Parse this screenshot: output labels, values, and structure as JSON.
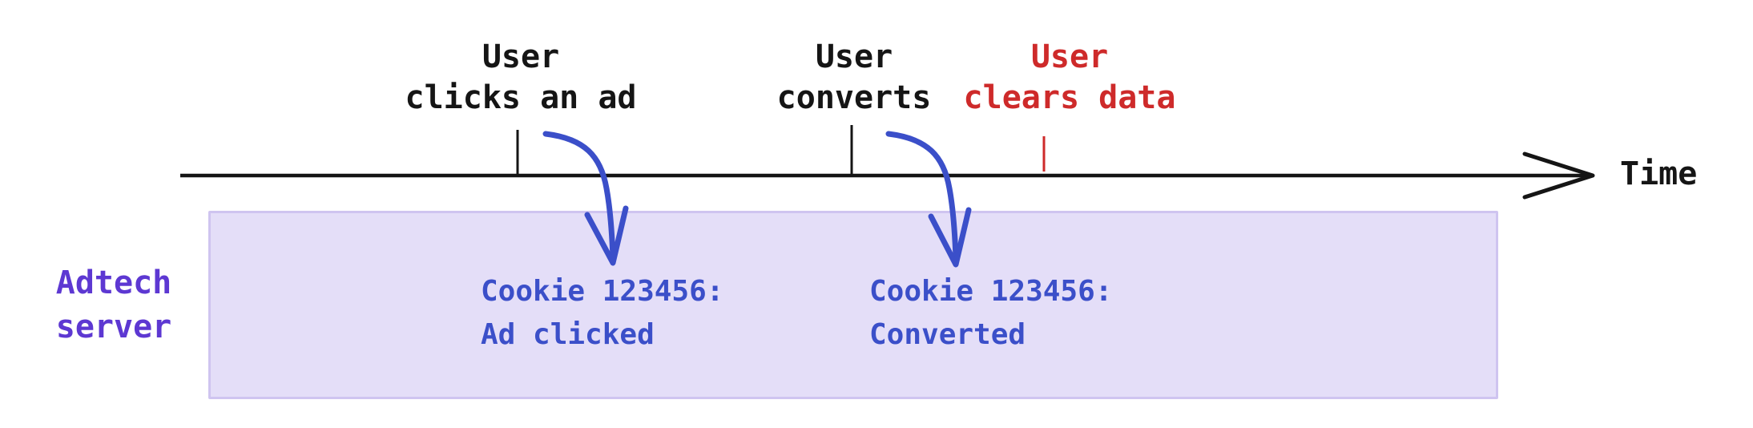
{
  "colors": {
    "ink": "#151515",
    "alert_red": "#ce2a2a",
    "cookie_blue": "#3b4fc9",
    "server_purple": "#5d38d2",
    "box_fill": "#e4def8",
    "box_border": "#cfc4f0"
  },
  "timeline": {
    "axis_label": "Time",
    "events": [
      {
        "line1": "User",
        "line2": "clicks an ad"
      },
      {
        "line1": "User",
        "line2": "converts"
      },
      {
        "line1": "User",
        "line2": "clears data"
      }
    ]
  },
  "server": {
    "label_line1": "Adtech",
    "label_line2": "server",
    "records": [
      {
        "line1": "Cookie 123456:",
        "line2": "Ad clicked"
      },
      {
        "line1": "Cookie 123456:",
        "line2": "Converted"
      }
    ]
  }
}
